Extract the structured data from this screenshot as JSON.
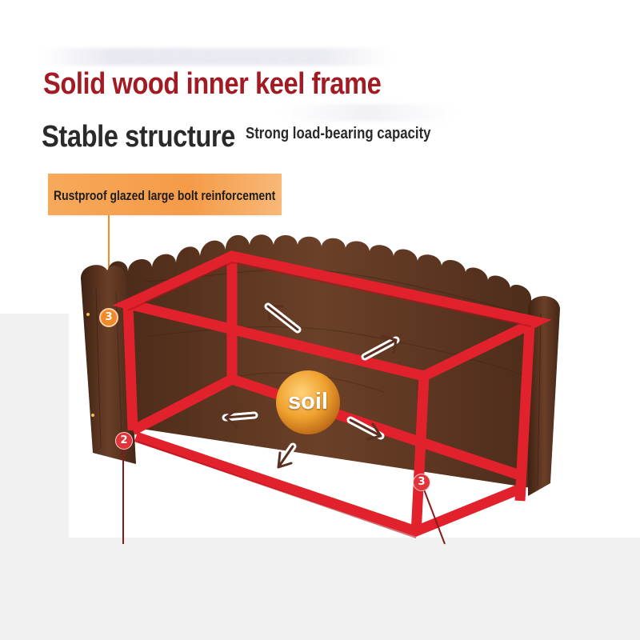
{
  "heading": {
    "title": "Solid wood inner keel frame",
    "subtitle": "Stable structure",
    "subnote": "Strong load-bearing capacity"
  },
  "callout": {
    "label": "Rustproof glazed large bolt reinforcement"
  },
  "illustration": {
    "center_label": "soil",
    "markers": [
      "3",
      "2",
      "3"
    ]
  },
  "colors": {
    "title_red": "#a31b22",
    "frame_red": "#e1212c",
    "wood_brown": "#5a3420",
    "callout_orange": "#f59b48",
    "marker_orange": "#f08a2a"
  }
}
